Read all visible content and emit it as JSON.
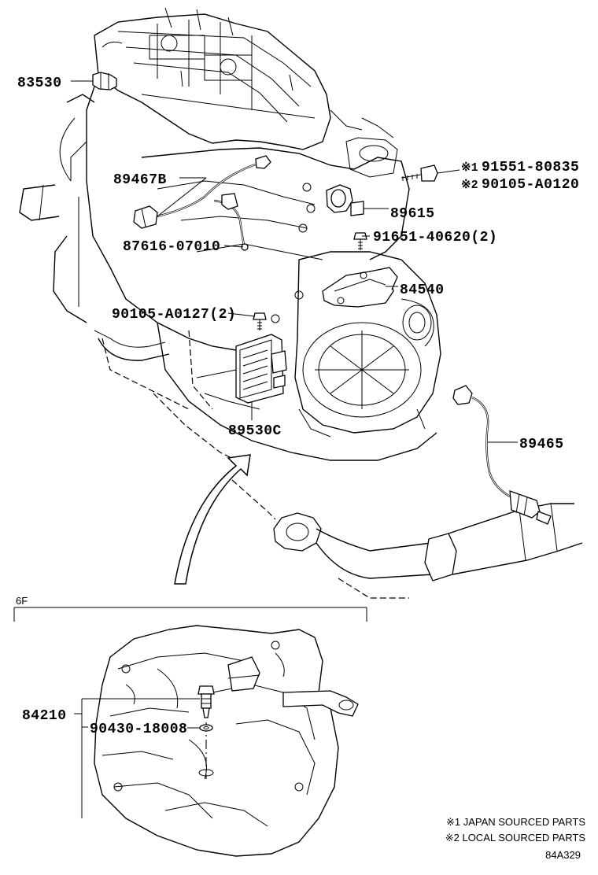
{
  "callouts": {
    "p83530": "83530",
    "p89467b": "89467B",
    "p87616": "87616-07010",
    "p91551_prefix": "※1",
    "p91551": "91551-80835",
    "p90105a_prefix": "※2",
    "p90105a": "90105-A0120",
    "p89615": "89615",
    "p91651": "91651-40620(2)",
    "p84540": "84540",
    "p90105b": "90105-A0127(2)",
    "p89530c": "89530C",
    "p89465": "89465",
    "p84210": "84210",
    "p90430": "90430-18008"
  },
  "section": {
    "tag": "6F"
  },
  "notes": {
    "note1": "※1 JAPAN SOURCED PARTS",
    "note2": "※2 LOCAL SOURCED PARTS",
    "illustration_no": "84A329"
  }
}
